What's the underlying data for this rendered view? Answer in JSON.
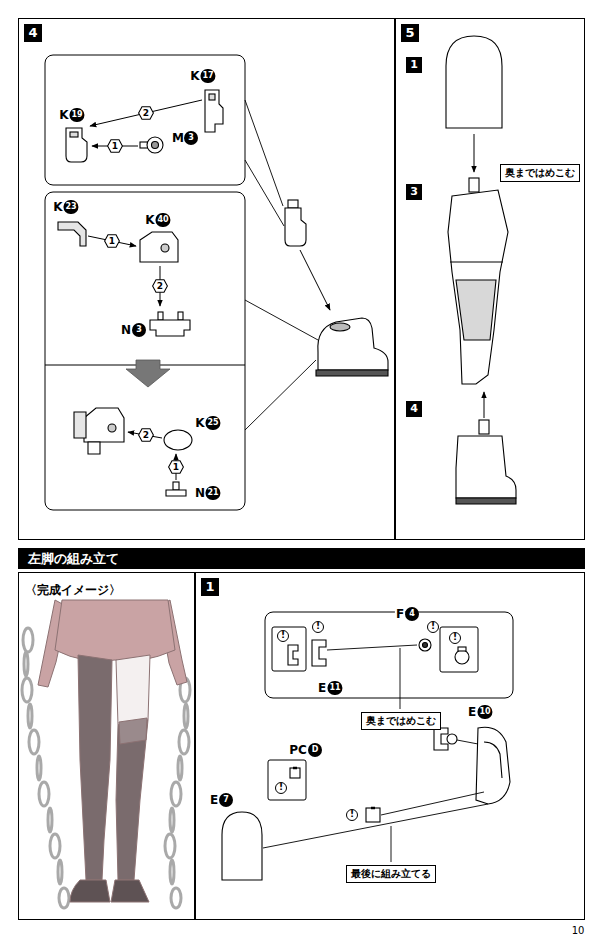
{
  "diagram": {
    "nodes": [
      {
        "text": [
          "4"
        ]
      },
      {
        "text": [
          "5"
        ]
      },
      {
        "text": [
          "奥まではめこむ"
        ],
        "in": 1
      },
      {
        "text": [
          "1"
        ],
        "in": 1
      },
      {
        "text": [
          "3"
        ],
        "in": 1
      },
      {
        "text": [
          "4"
        ],
        "in": 1
      },
      {
        "text": [
          "左脚の組み立て"
        ]
      },
      {
        "text": [
          "〈完成イメージ〉"
        ]
      },
      {
        "text": [
          "1"
        ]
      },
      {
        "text": [
          "奥まではめこむ"
        ],
        "in": 8
      },
      {
        "text": [
          "最後に組み立てる"
        ],
        "in": 8
      }
    ],
    "labels": [
      "K",
      "19",
      "K",
      "17",
      "2",
      "M",
      "3",
      "1",
      "K",
      "23",
      "K",
      "40",
      "1",
      "2",
      "N",
      "3",
      "2",
      "K",
      "25",
      "1",
      "N",
      "21",
      "!",
      "!",
      "F",
      "4",
      "!",
      "!",
      "E",
      "11",
      "PC",
      "D",
      "!",
      "!",
      "E",
      "7",
      "E",
      "10",
      "10"
    ]
  }
}
